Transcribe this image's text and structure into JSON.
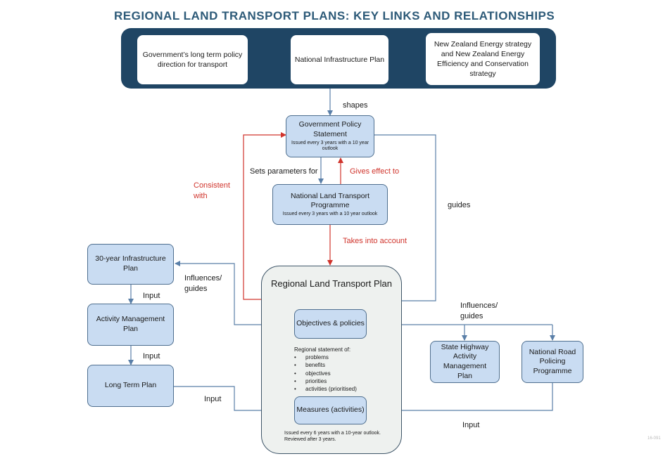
{
  "title": "REGIONAL LAND TRANSPORT PLANS: KEY LINKS AND RELATIONSHIPS",
  "banner": {
    "box1": "Government’s long term policy direction for transport",
    "box2": "National Infrastructure Plan",
    "box3": "New Zealand Energy strategy and New Zealand Energy Efficiency and Conservation strategy"
  },
  "gps": {
    "title": "Government Policy Statement",
    "note": "Issued every 3 years with a 10 year outlook"
  },
  "nltp": {
    "title": "National Land Transport Programme",
    "note": "Issued every 3 years with a 10 year outlook"
  },
  "rlpt": {
    "title": "Regional Land Transport Plan",
    "objectives": "Objectives & policies",
    "statement_heading": "Regional statement of:",
    "statement_items": [
      "problems",
      "benefits",
      "objectives",
      "priorities",
      "activities  (prioritised)"
    ],
    "measures": "Measures (activities)",
    "footnote": "Issued every 6 years with a 10-year outlook. Reviewed after 3 years."
  },
  "left_boxes": {
    "infrastructure": "30-year Infrastructure Plan",
    "activity": "Activity Management Plan",
    "long_term": "Long Term Plan"
  },
  "right_boxes": {
    "state_highway": "State Highway Activity Management Plan",
    "policing": "National Road Policing Programme"
  },
  "labels": {
    "shapes": "shapes",
    "sets_parameters": "Sets parameters for",
    "gives_effect": "Gives effect to",
    "consistent_with": "Consistent with",
    "guides": "guides",
    "takes_into_account": "Takes into account",
    "influences_left": "Influences/ guides",
    "influences_right": "Influences/ guides",
    "input1": "Input",
    "input2": "Input",
    "input3": "Input",
    "input4": "Input"
  },
  "figure_code": "16-091",
  "colors": {
    "blue_arrow": "#5a7fa8",
    "red_arrow": "#d0342c",
    "box_fill": "#c9dcf2",
    "banner": "#1f4564"
  }
}
